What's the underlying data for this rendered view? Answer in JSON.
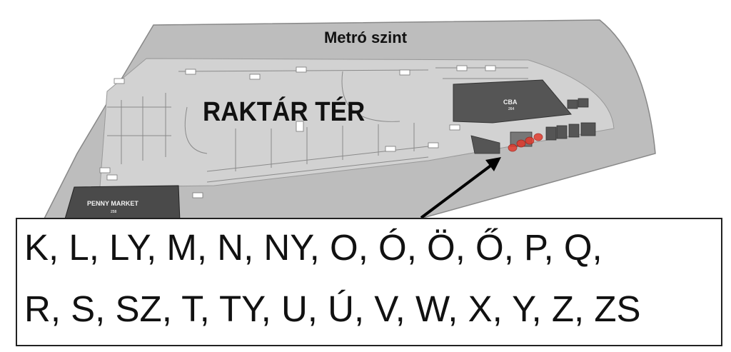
{
  "map": {
    "level_title": "Metró szint",
    "square_title": "RAKTÁR TÉR",
    "stores": {
      "penny": {
        "name": "PENNY MARKET",
        "number": "258"
      },
      "cba": {
        "name": "CBA",
        "number": "264"
      }
    },
    "highlight_color": "#e23b2e",
    "store_fill": "#555555",
    "floor_fill": "#c4c4c4"
  },
  "letters": {
    "line1": "K, L, LY, M, N, NY, O, Ó, Ö, Ő, P, Q,",
    "line2": "R, S, SZ, T, TY, U, Ú, V, W, X, Y, Z, ZS"
  }
}
